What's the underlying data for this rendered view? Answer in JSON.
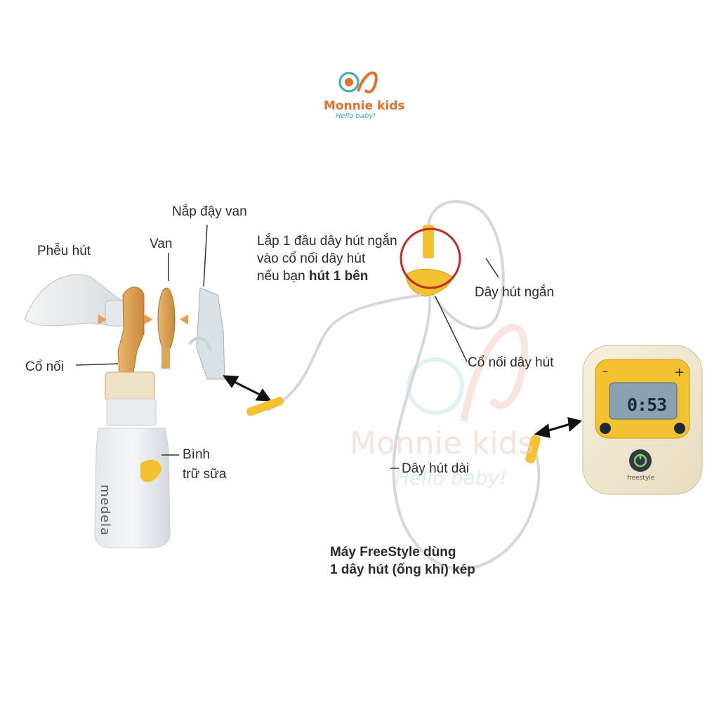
{
  "logo": {
    "name": "Monnie kids",
    "tagline": "Hello baby!"
  },
  "watermark": {
    "name": "Monnie kids",
    "tagline": "Hello baby!"
  },
  "labels": {
    "funnel": "Phễu hút",
    "valve": "Van",
    "valve_cap": "Nắp đậy van",
    "connector": "Cổ nối",
    "bottle_line1": "Bình",
    "bottle_line2": "trữ sữa",
    "instruction_line1": "Lắp 1 đầu dây hút ngắn",
    "instruction_line2": "vào cổ nối dây hút",
    "instruction_line3_prefix": "nếu bạn ",
    "instruction_line3_bold": "hút 1 bên",
    "short_tube": "Dây hút ngắn",
    "tube_connector": "Cổ nối dây hút",
    "long_tube": "Dây hút dài",
    "note_line1": "Máy FreeStyle dùng",
    "note_line2": "1 dây hút (ống khí) kép"
  },
  "device": {
    "display": "0:53",
    "brand": "freestyle"
  },
  "bottle": {
    "brand": "medela"
  },
  "colors": {
    "accent_yellow": "#f2c230",
    "highlight_circle": "#c4282b",
    "logo_orange": "#e0702a",
    "logo_teal": "#3fa9b5"
  },
  "icons": [
    "power-icon",
    "plus-icon",
    "minus-icon",
    "double-arrow-icon"
  ]
}
